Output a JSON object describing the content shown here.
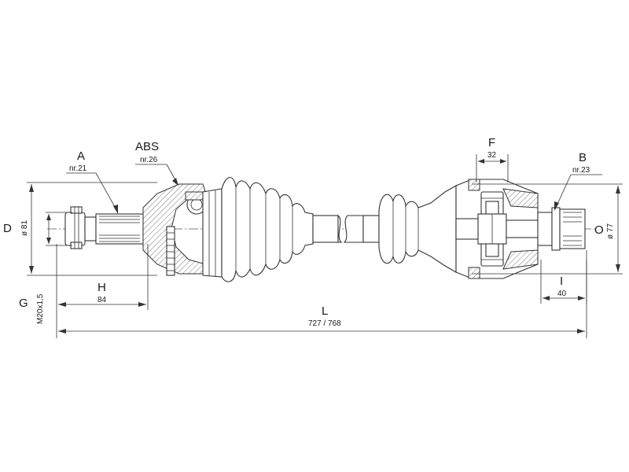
{
  "labels": {
    "A": {
      "letter": "A",
      "note": "nr.21"
    },
    "ABS": {
      "letter": "ABS",
      "note": "nr.26"
    },
    "F": {
      "letter": "F",
      "value": "32"
    },
    "B": {
      "letter": "B",
      "note": "nr.23"
    },
    "D": {
      "letter": "D",
      "value": "ø 81"
    },
    "O": {
      "letter": "O",
      "value": "ø 77"
    },
    "H": {
      "letter": "H",
      "value": "84"
    },
    "G": {
      "letter": "G",
      "value": "M20x1,5"
    },
    "I": {
      "letter": "I",
      "value": "40"
    },
    "L": {
      "letter": "L",
      "value": "727 / 768"
    }
  }
}
